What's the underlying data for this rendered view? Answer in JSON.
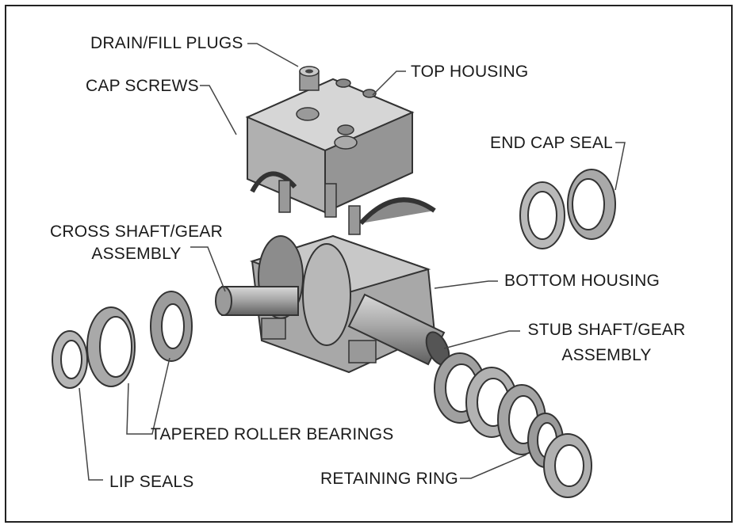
{
  "labels": {
    "drain_fill_plugs": "DRAIN/FILL PLUGS",
    "cap_screws": "CAP SCREWS",
    "top_housing": "TOP HOUSING",
    "end_cap_seal": "END CAP SEAL",
    "cross_shaft_line1": "CROSS SHAFT/GEAR",
    "cross_shaft_line2": "ASSEMBLY",
    "bottom_housing": "BOTTOM HOUSING",
    "stub_shaft_line1": "STUB SHAFT/GEAR",
    "stub_shaft_line2": "ASSEMBLY",
    "tapered_roller_bearings": "TAPERED ROLLER BEARINGS",
    "lip_seals": "LIP SEALS",
    "retaining_ring": "RETAINING RING"
  },
  "colors": {
    "metal_light": "#c9c9c9",
    "metal_mid": "#a3a3a3",
    "metal_dark": "#6e6e6e",
    "outline": "#333333",
    "leader": "#444444"
  }
}
